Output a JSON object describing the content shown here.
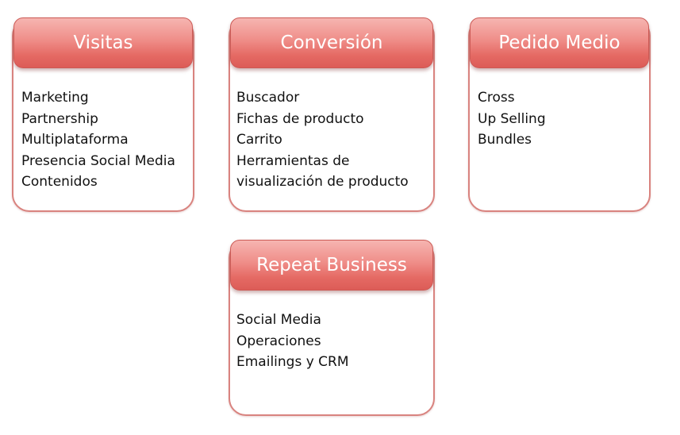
{
  "cards": [
    {
      "title": "Visitas",
      "items": [
        "Marketing",
        "Partnership",
        "Multiplataforma",
        "Presencia Social Media",
        "Contenidos"
      ]
    },
    {
      "title": "Conversión",
      "items": [
        "Buscador",
        "Fichas de producto",
        "Carrito",
        "Herramientas de",
        "visualización de producto"
      ]
    },
    {
      "title": "Pedido Medio",
      "items": [
        "Cross",
        "Up Selling",
        "Bundles"
      ]
    },
    {
      "title": "Repeat Business",
      "items": [
        "Social Media",
        "Operaciones",
        "Emailings y CRM"
      ]
    }
  ],
  "colors": {
    "header_top": "#f6b5b1",
    "header_bottom": "#dc5c57",
    "border": "#d9837f"
  }
}
